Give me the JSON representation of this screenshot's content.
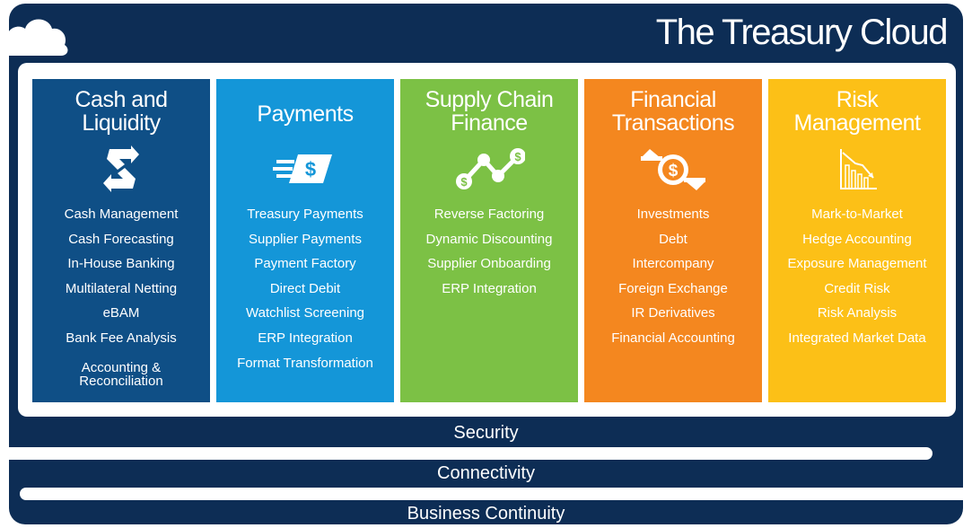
{
  "title": "The Treasury Cloud",
  "colors": {
    "navy": "#0d2d55",
    "cash": "#0f4f86",
    "payments": "#1496d8",
    "scf": "#7cc145",
    "financial": "#f4871f",
    "risk": "#fcc017"
  },
  "columns": [
    {
      "title_line1": "Cash and",
      "title_line2": "Liquidity",
      "icon": "exchange-arrows-icon",
      "items": [
        "Cash Management",
        "Cash Forecasting",
        "In-House Banking",
        "Multilateral Netting",
        "eBAM",
        "Bank Fee Analysis"
      ],
      "last_item_line1": "Accounting &",
      "last_item_line2": "Reconciliation"
    },
    {
      "title_line1": "Payments",
      "title_line2": "",
      "icon": "fast-money-icon",
      "items": [
        "Treasury Payments",
        "Supplier Payments",
        "Payment Factory",
        "Direct Debit",
        "Watchlist Screening",
        "ERP Integration",
        "Format Transformation"
      ]
    },
    {
      "title_line1": "Supply Chain",
      "title_line2": "Finance",
      "icon": "dollar-trend-icon",
      "items": [
        "Reverse Factoring",
        "Dynamic Discounting",
        "Supplier Onboarding",
        "ERP Integration"
      ]
    },
    {
      "title_line1": "Financial",
      "title_line2": "Transactions",
      "icon": "dollar-cycle-icon",
      "items": [
        "Investments",
        "Debt",
        "Intercompany",
        "Foreign Exchange",
        "IR Derivatives",
        "Financial Accounting"
      ]
    },
    {
      "title_line1": "Risk",
      "title_line2": "Management",
      "icon": "declining-chart-icon",
      "items": [
        "Mark-to-Market",
        "Hedge Accounting",
        "Exposure Management",
        "Credit Risk",
        "Risk Analysis",
        "Integrated Market Data"
      ]
    }
  ],
  "bands": {
    "security": "Security",
    "connectivity": "Connectivity",
    "continuity": "Business Continuity"
  }
}
